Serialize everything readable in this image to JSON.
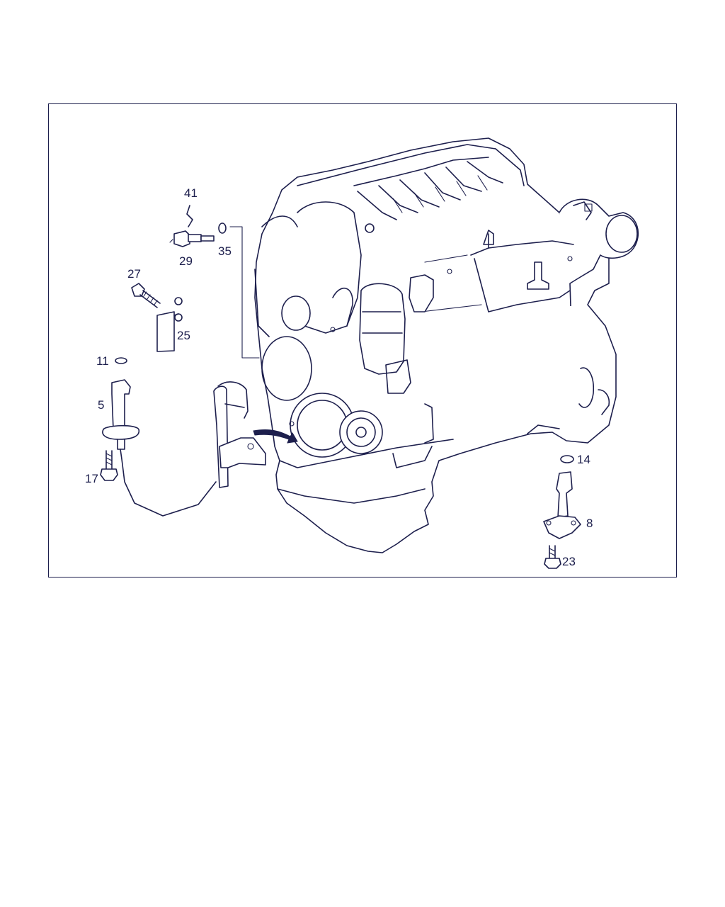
{
  "diagram": {
    "callouts": [
      {
        "id": "41",
        "label": "41"
      },
      {
        "id": "29",
        "label": "29"
      },
      {
        "id": "35",
        "label": "35"
      },
      {
        "id": "27",
        "label": "27"
      },
      {
        "id": "25",
        "label": "25"
      },
      {
        "id": "11",
        "label": "11"
      },
      {
        "id": "5",
        "label": "5"
      },
      {
        "id": "17",
        "label": "17"
      },
      {
        "id": "14",
        "label": "14"
      },
      {
        "id": "8",
        "label": "8"
      },
      {
        "id": "23",
        "label": "23"
      }
    ],
    "colors": {
      "line": "#1d1f4d",
      "background": "#ffffff"
    }
  }
}
